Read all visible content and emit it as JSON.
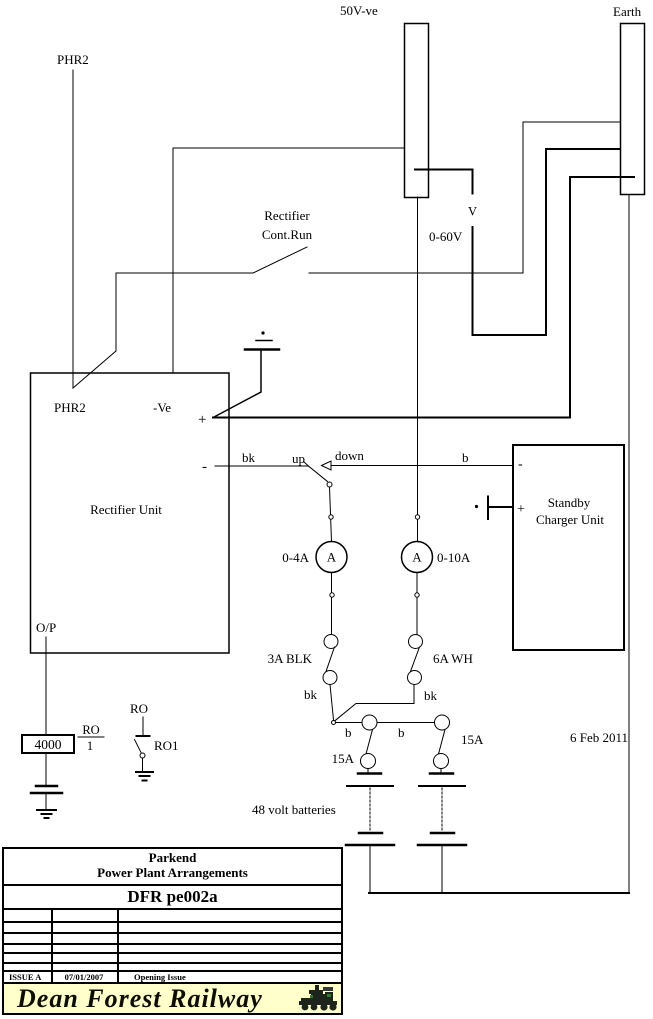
{
  "schematic": {
    "bus": {
      "supply_label": "50V-ve",
      "earth_label": "Earth",
      "phr2_feed_label": "PHR2"
    },
    "cont_run_switch": {
      "line1": "Rectifier",
      "line2": "Cont.Run"
    },
    "voltmeter": {
      "symbol": "V",
      "range": "0-60V"
    },
    "rectifier_unit": {
      "title": "Rectifier Unit",
      "input_label": "PHR2",
      "neg_ve_label": "-Ve",
      "plus_label": "+",
      "minus_label": "-",
      "output_label": "O/P"
    },
    "changeover_switch": {
      "bk": "bk",
      "up": "up",
      "down": "down",
      "b": "b"
    },
    "standby_charger": {
      "minus": "-",
      "plus": "+",
      "line1": "Standby",
      "line2": "Charger Unit"
    },
    "ammeters": {
      "left_range": "0-4A",
      "left_symbol": "A",
      "right_symbol": "A",
      "right_range": "0-10A"
    },
    "fuses": {
      "left": "3A BLK",
      "right": "6A WH",
      "left_tag": "bk",
      "right_tag": "bk",
      "battery_left_tag": "b",
      "battery_right_tag": "b",
      "battery_left": "15A",
      "battery_right": "15A"
    },
    "battery_label": "48 volt batteries",
    "date_note": "6 Feb 2011",
    "discharge": {
      "resistor_value": "4000",
      "ratio_top": "RO",
      "ratio_bottom": "1",
      "relay_label": "RO",
      "contact_label": "RO1"
    }
  },
  "title_block": {
    "title_line1": "Parkend",
    "title_line2": "Power Plant Arrangements",
    "drawing_number": "DFR pe002a",
    "issue_row": {
      "issue": "ISSUE A",
      "date": "07/01/2007",
      "description": "Opening Issue"
    },
    "banner": {
      "text": "Dean Forest Railway",
      "bg_color": "#FFFFCC"
    }
  }
}
